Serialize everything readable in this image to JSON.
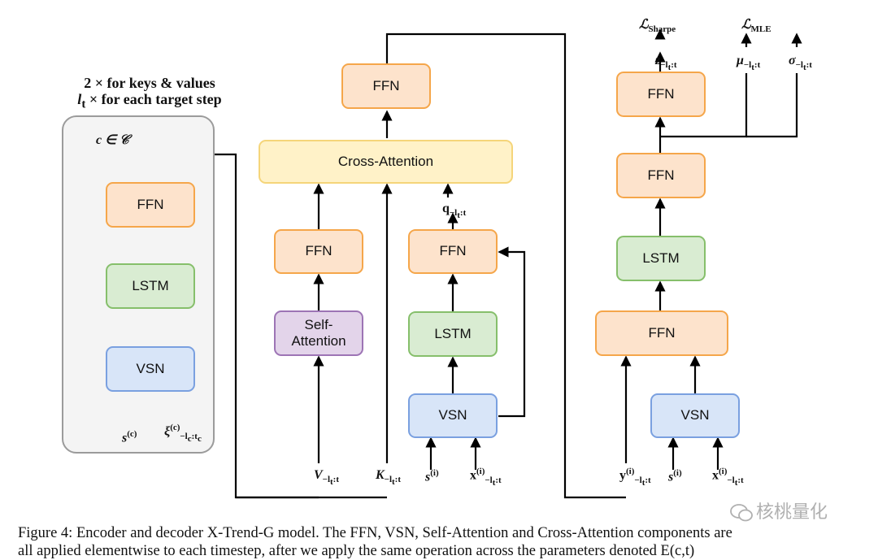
{
  "encoder": {
    "header_line1": "2 × for keys & values",
    "header_line2_var": "l",
    "header_line2_sub": "t",
    "header_line2_rest": " × for each target step",
    "context_label": "c ∈ 𝒞",
    "ffn": "FFN",
    "lstm": "LSTM",
    "vsn": "VSN",
    "input_s": "s",
    "input_s_sup": "(c)",
    "input_xi": "ξ",
    "input_xi_sup": "(c)",
    "input_xi_sub": "−l",
    "input_xi_sub2": "c",
    "input_xi_sub3": ":t",
    "input_xi_sub4": "c"
  },
  "decoder_mid": {
    "ffn_top": "FFN",
    "cross_attention": "Cross-Attention",
    "ffn_left": "FFN",
    "self_attention": "Self-Attention",
    "ffn_right": "FFN",
    "lstm": "LSTM",
    "vsn": "VSN",
    "q_label": "q",
    "q_sub": "−l",
    "q_sub2": "t",
    "q_sub3": ":t",
    "v_label": "V",
    "k_label": "K",
    "sub_main": "−l",
    "sub_t": "t",
    "sub_end": ":t",
    "s_label": "s",
    "s_sup": "(i)",
    "x_label": "x",
    "x_sup": "(i)"
  },
  "decoder_right": {
    "ffn_top": "FFN",
    "ffn_mid": "FFN",
    "lstm": "LSTM",
    "ffn_bottom": "FFN",
    "vsn": "VSN",
    "loss_sharpe": "ℒ",
    "loss_sharpe_sub": "Sharpe",
    "loss_mle": "ℒ",
    "loss_mle_sub": "MLE",
    "z_label": "z",
    "mu_label": "μ",
    "sigma_label": "σ",
    "y_label": "y",
    "y_sup": "(i)",
    "s_label": "s",
    "s_sup": "(i)",
    "x_label": "x",
    "x_sup": "(i)"
  },
  "caption": {
    "line1": "Figure 4: Encoder and decoder X-Trend-G model. The FFN, VSN, Self-Attention and Cross-Attention components are",
    "line2": "all applied elementwise to each timestep, after we apply the same operation across the parameters denoted E(c,t)"
  },
  "watermark": "核桃量化",
  "colors": {
    "ffn_fill": "#fde3cc",
    "ffn_border": "#f5a64a",
    "lstm_fill": "#d9ecd2",
    "lstm_border": "#86bf6b",
    "vsn_fill": "#d8e5f8",
    "vsn_border": "#7aa0e0",
    "self_fill": "#e3d4ea",
    "self_border": "#9d74b5",
    "cross_fill": "#fff2c8",
    "cross_border": "#f5d57a",
    "panel_fill": "#f4f4f4",
    "panel_border": "#9b9b9b"
  }
}
